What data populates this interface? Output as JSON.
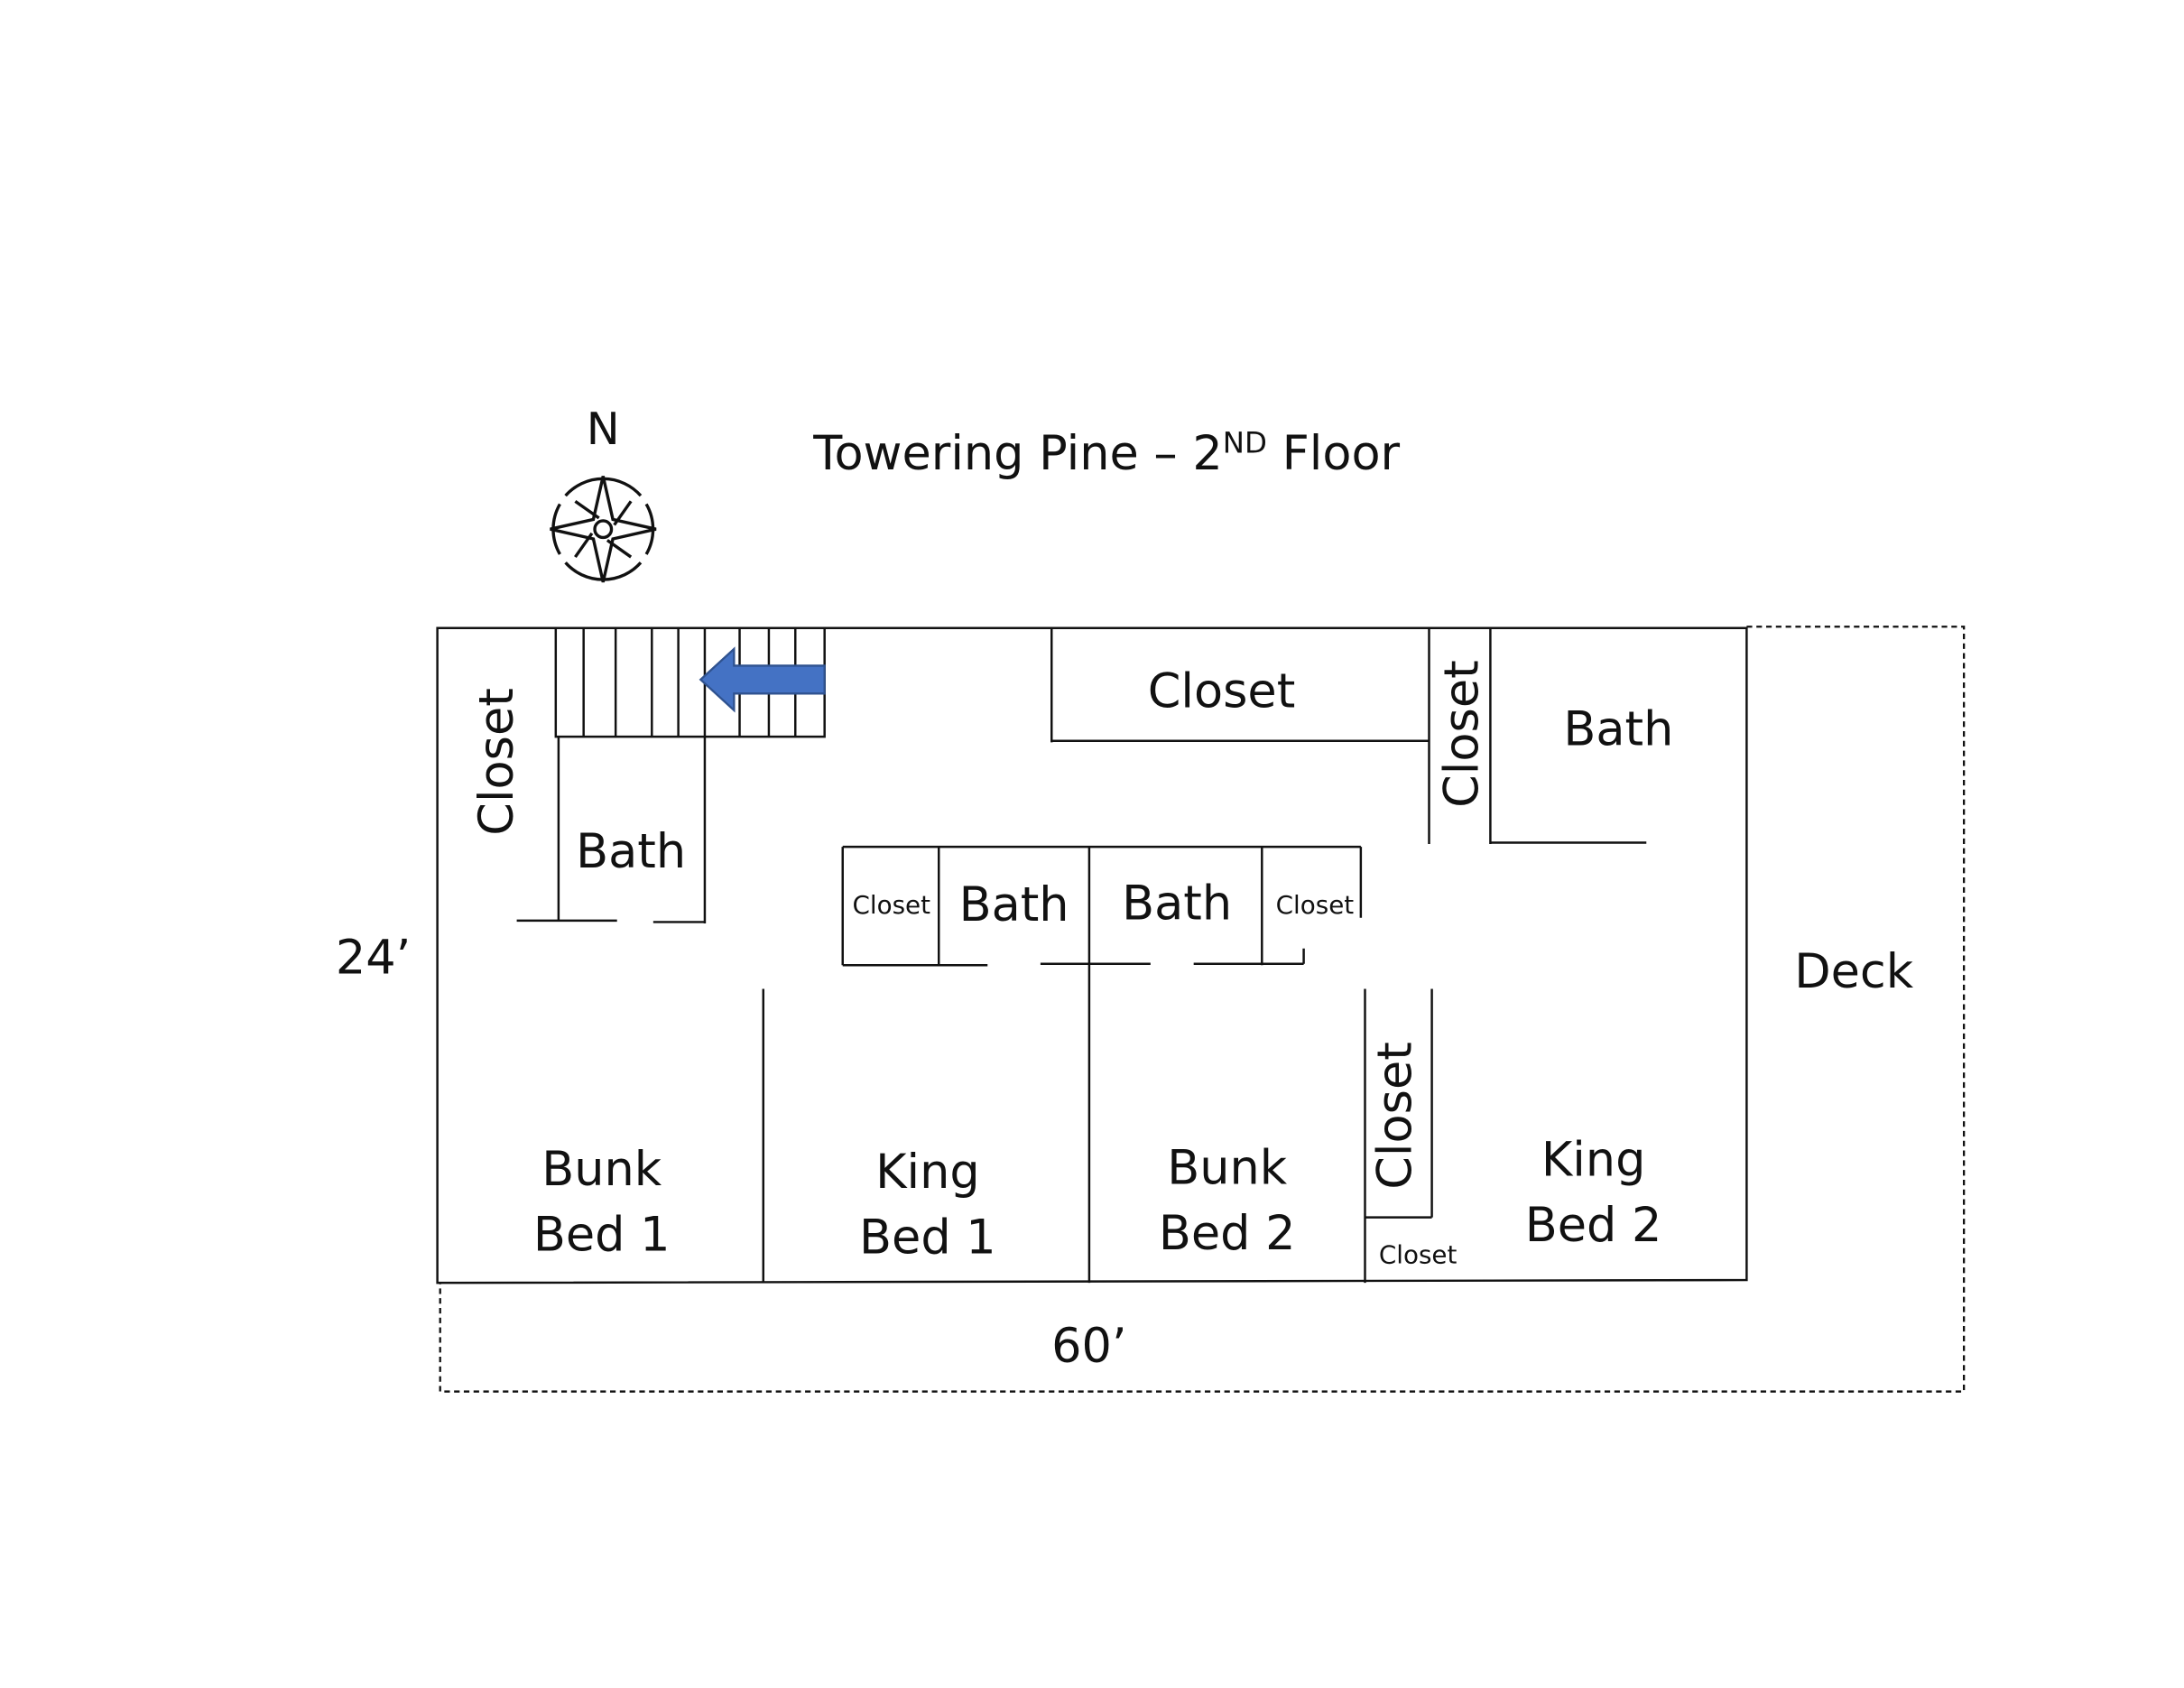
{
  "title": {
    "main": "Towering Pine – 2",
    "superscript": "ND",
    "suffix": " Floor"
  },
  "compass": {
    "label": "N"
  },
  "dimensions": {
    "height": "24’",
    "width": "60’"
  },
  "rooms": {
    "closet_west": "Closet",
    "bath_west": "Bath",
    "closet_north": "Closet",
    "closet_ne": "Closet",
    "bath_ne": "Bath",
    "closet_center_left": "Closet",
    "bath_center_left": "Bath",
    "bath_center_right": "Bath",
    "closet_center_right": "Closet",
    "bunk1": [
      "Bunk",
      "Bed 1"
    ],
    "king1": [
      "King",
      "Bed 1"
    ],
    "bunk2": [
      "Bunk",
      "Bed 2"
    ],
    "closet_se_vertical": "Closet",
    "closet_se_small": "Closet",
    "king2": [
      "King",
      "Bed 2"
    ],
    "deck": "Deck"
  },
  "colors": {
    "arrow": "#4472c4",
    "arrow_stroke": "#2f528f"
  }
}
